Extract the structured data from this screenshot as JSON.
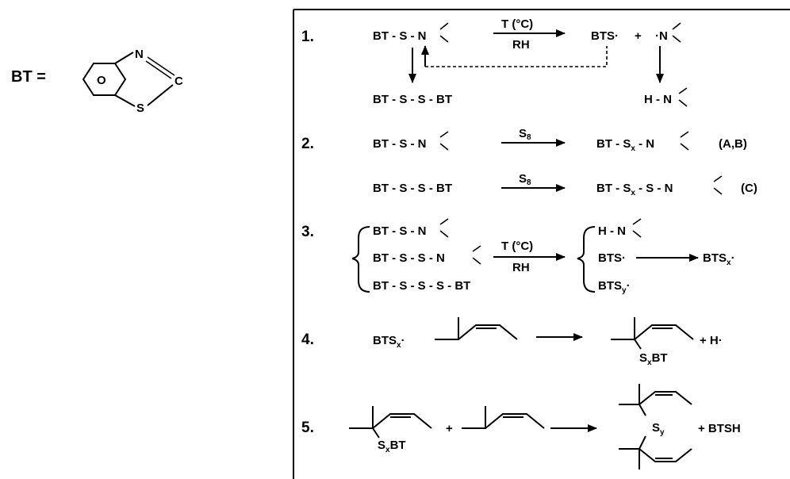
{
  "bt_definition": {
    "label": "BT =",
    "ring_label": "O",
    "atom_n": "N",
    "atom_c": "C",
    "atom_s": "S"
  },
  "steps": [
    {
      "number": "1.",
      "reactant": "BT - S - N",
      "condition_top": "T (°C)",
      "condition_bottom": "RH",
      "product_1": "BTS·",
      "plus": "+",
      "product_2": "·N",
      "side_product_left": "BT - S - S - BT",
      "side_product_right": "H - N"
    },
    {
      "number": "2.",
      "rows": [
        {
          "reactant": "BT - S - N",
          "reagent": "S",
          "reagent_sub": "8",
          "product_a": "BT - S",
          "product_sub": "x",
          "product_b": " - N",
          "note": "(A,B)"
        },
        {
          "reactant": "BT - S - S - BT",
          "reagent": "S",
          "reagent_sub": "8",
          "product_a": "BT - S",
          "product_sub": "x",
          "product_b": " - S - N",
          "note": "(C)"
        }
      ]
    },
    {
      "number": "3.",
      "reactants": [
        "BT - S - N",
        "BT - S - S - N",
        "BT - S - S - S - BT"
      ],
      "condition_top": "T (°C)",
      "condition_bottom": "RH",
      "products": [
        "H - N",
        "BTS·",
        "BTS"
      ],
      "product_3_sub": "y",
      "product_3_tail": "·",
      "final_product": "BTS",
      "final_sub": "x",
      "final_tail": "·"
    },
    {
      "number": "4.",
      "reactant": "BTS",
      "reactant_sub": "x",
      "reactant_tail": "·",
      "product_label": "S",
      "product_label_sub": "x",
      "product_label_tail": "BT",
      "byproduct": "+ H·"
    },
    {
      "number": "5.",
      "reactant_label": "S",
      "reactant_label_sub": "x",
      "reactant_label_tail": "BT",
      "plus": "+",
      "bridge": "S",
      "bridge_sub": "y",
      "byproduct": "+ BTSH"
    }
  ]
}
